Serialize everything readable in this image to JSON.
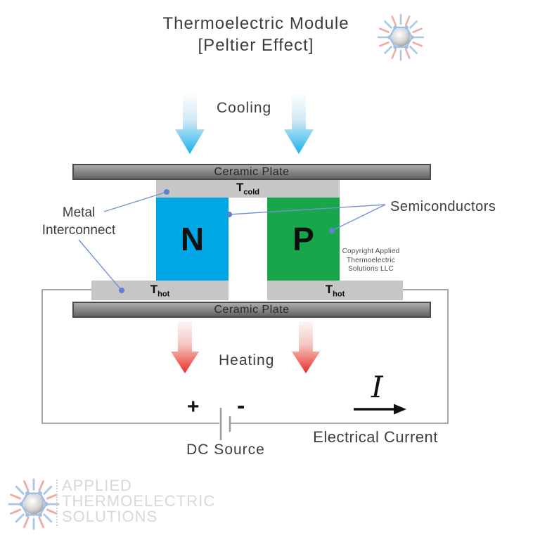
{
  "title": {
    "line1": "Thermoelectric Module",
    "line2": "[Peltier Effect]"
  },
  "labels": {
    "cooling": "Cooling",
    "heating": "Heating",
    "ceramic_plate_top": "Ceramic Plate",
    "ceramic_plate_bottom": "Ceramic Plate",
    "t_cold": {
      "main": "T",
      "sub": "cold"
    },
    "t_hot_left": {
      "main": "T",
      "sub": "hot"
    },
    "t_hot_right": {
      "main": "T",
      "sub": "hot"
    },
    "n_block": "N",
    "p_block": "P",
    "metal_interconnect": {
      "line1": "Metal",
      "line2": "Interconnect"
    },
    "semiconductors": "Semiconductors",
    "battery_plus": "+",
    "battery_minus": "-",
    "dc_source": "DC Source",
    "current_symbol": "I",
    "electrical_current": "Electrical Current"
  },
  "copyright": {
    "line1": "Copyright Applied",
    "line2": "Thermoelectric",
    "line3": "Solutions LLC"
  },
  "logo": {
    "line1": "APPLIED",
    "line2": "THERMOELECTRIC",
    "line3": "SOLUTIONS"
  },
  "icons": {
    "top_right": "starburst-atom-icon",
    "bottom_left": "starburst-atom-icon"
  },
  "colors": {
    "n_block": "#00a7e6",
    "p_block": "#17a649",
    "interconnect_bar": "#c6c6c6",
    "ceramic_gradient_top": "#ababab",
    "ceramic_gradient_bottom": "#636363",
    "cooling_arrow_tip": "#17b2ec",
    "heating_arrow_tip": "#e92d25",
    "pointer_line": "#7292d8",
    "wire": "#a6a6a6"
  }
}
